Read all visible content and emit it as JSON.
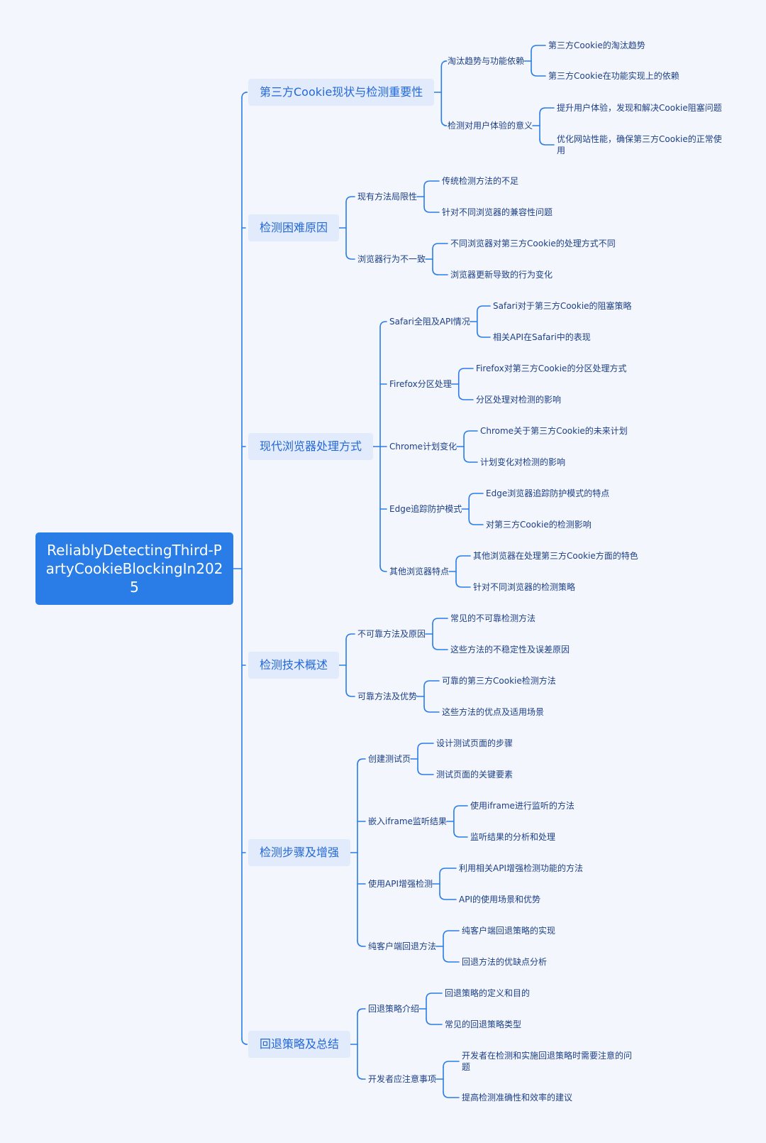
{
  "root": {
    "text": "ReliablyDetectingThird-PartyCookieBlockingIn2025"
  },
  "branches": [
    {
      "label": "第三方Cookie现状与检测重要性",
      "children": [
        {
          "label": "淘汰趋势与功能依赖",
          "children": [
            "第三方Cookie的淘汰趋势",
            "第三方Cookie在功能实现上的依赖"
          ]
        },
        {
          "label": "检测对用户体验的意义",
          "children": [
            "提升用户体验，发现和解决Cookie阻塞问题",
            "优化网站性能，确保第三方Cookie的正常使用"
          ]
        }
      ]
    },
    {
      "label": "检测困难原因",
      "children": [
        {
          "label": "现有方法局限性",
          "children": [
            "传统检测方法的不足",
            "针对不同浏览器的兼容性问题"
          ]
        },
        {
          "label": "浏览器行为不一致",
          "children": [
            "不同浏览器对第三方Cookie的处理方式不同",
            "浏览器更新导致的行为变化"
          ]
        }
      ]
    },
    {
      "label": "现代浏览器处理方式",
      "children": [
        {
          "label": "Safari全阻及API情况",
          "children": [
            "Safari对于第三方Cookie的阻塞策略",
            "相关API在Safari中的表现"
          ]
        },
        {
          "label": "Firefox分区处理",
          "children": [
            "Firefox对第三方Cookie的分区处理方式",
            "分区处理对检测的影响"
          ]
        },
        {
          "label": "Chrome计划变化",
          "children": [
            "Chrome关于第三方Cookie的未来计划",
            "计划变化对检测的影响"
          ]
        },
        {
          "label": "Edge追踪防护模式",
          "children": [
            "Edge浏览器追踪防护模式的特点",
            "对第三方Cookie的检测影响"
          ]
        },
        {
          "label": "其他浏览器特点",
          "children": [
            "其他浏览器在处理第三方Cookie方面的特色",
            "针对不同浏览器的检测策略"
          ]
        }
      ]
    },
    {
      "label": "检测技术概述",
      "children": [
        {
          "label": "不可靠方法及原因",
          "children": [
            "常见的不可靠检测方法",
            "这些方法的不稳定性及误差原因"
          ]
        },
        {
          "label": "可靠方法及优势",
          "children": [
            "可靠的第三方Cookie检测方法",
            "这些方法的优点及适用场景"
          ]
        }
      ]
    },
    {
      "label": "检测步骤及增强",
      "children": [
        {
          "label": "创建测试页",
          "children": [
            "设计测试页面的步骤",
            "测试页面的关键要素"
          ]
        },
        {
          "label": "嵌入iframe监听结果",
          "children": [
            "使用iframe进行监听的方法",
            "监听结果的分析和处理"
          ]
        },
        {
          "label": "使用API增强检测",
          "children": [
            "利用相关API增强检测功能的方法",
            "API的使用场景和优势"
          ]
        },
        {
          "label": "纯客户端回退方法",
          "children": [
            "纯客户端回退策略的实现",
            "回退方法的优缺点分析"
          ]
        }
      ]
    },
    {
      "label": "回退策略及总结",
      "children": [
        {
          "label": "回退策略介绍",
          "children": [
            "回退策略的定义和目的",
            "常见的回退策略类型"
          ]
        },
        {
          "label": "开发者应注意事项",
          "children": [
            "开发者在检测和实施回退策略时需要注意的问题",
            "提高检测准确性和效率的建议"
          ]
        }
      ]
    }
  ],
  "colors": {
    "line": "#2a7de6",
    "root_bg": "#2a7de6",
    "l1_bg": "#e2ebfb",
    "l1_text": "#2368d8",
    "leaf_text": "#1c3f86",
    "background": "#f3f6fd"
  }
}
